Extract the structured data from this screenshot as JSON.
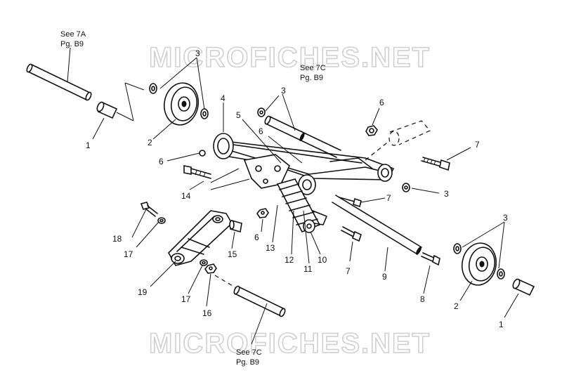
{
  "watermark": "MICROFICHES.NET",
  "references": {
    "top_left": {
      "line1": "See 7A",
      "line2": "Pg. B9"
    },
    "top_center": {
      "line1": "See 7C",
      "line2": "Pg. B9"
    },
    "bottom_center": {
      "line1": "See 7C",
      "line2": "Pg. B9"
    }
  },
  "callouts": [
    {
      "id": "c1a",
      "text": "1"
    },
    {
      "id": "c1b",
      "text": "1"
    },
    {
      "id": "c2a",
      "text": "2"
    },
    {
      "id": "c2b",
      "text": "2"
    },
    {
      "id": "c3a",
      "text": "3"
    },
    {
      "id": "c3b",
      "text": "3"
    },
    {
      "id": "c3c",
      "text": "3"
    },
    {
      "id": "c3d",
      "text": "3"
    },
    {
      "id": "c4",
      "text": "4"
    },
    {
      "id": "c5",
      "text": "5"
    },
    {
      "id": "c6a",
      "text": "6"
    },
    {
      "id": "c6b",
      "text": "6"
    },
    {
      "id": "c6c",
      "text": "6"
    },
    {
      "id": "c6d",
      "text": "6"
    },
    {
      "id": "c7a",
      "text": "7"
    },
    {
      "id": "c7b",
      "text": "7"
    },
    {
      "id": "c7c",
      "text": "7"
    },
    {
      "id": "c8",
      "text": "8"
    },
    {
      "id": "c9",
      "text": "9"
    },
    {
      "id": "c10",
      "text": "10"
    },
    {
      "id": "c11",
      "text": "11"
    },
    {
      "id": "c12",
      "text": "12"
    },
    {
      "id": "c13",
      "text": "13"
    },
    {
      "id": "c14",
      "text": "14"
    },
    {
      "id": "c15",
      "text": "15"
    },
    {
      "id": "c16",
      "text": "16"
    },
    {
      "id": "c17a",
      "text": "17"
    },
    {
      "id": "c17b",
      "text": "17"
    },
    {
      "id": "c18",
      "text": "18"
    },
    {
      "id": "c19",
      "text": "19"
    }
  ]
}
